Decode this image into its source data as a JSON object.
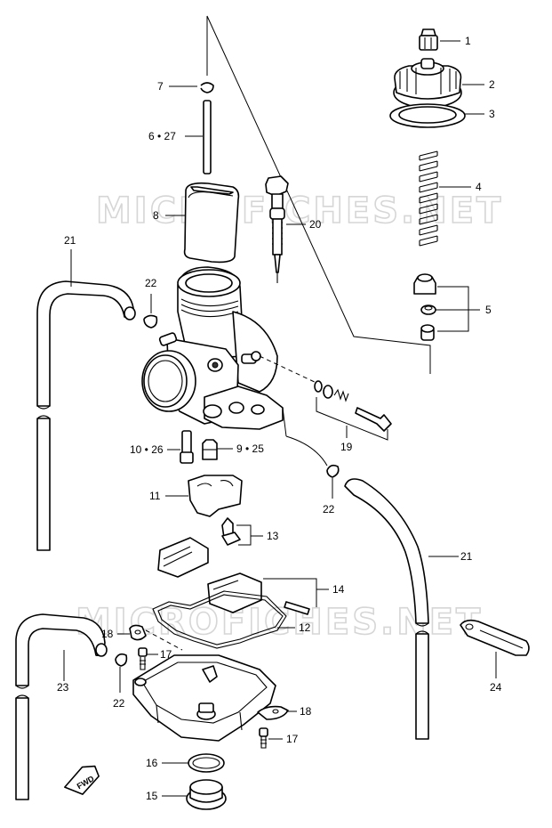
{
  "watermark": {
    "text": "MICROFICHES.NET"
  },
  "fwd_arrow": {
    "text": "FWD"
  },
  "callouts": [
    {
      "id": "c1",
      "text": "1"
    },
    {
      "id": "c2",
      "text": "2"
    },
    {
      "id": "c3",
      "text": "3"
    },
    {
      "id": "c4",
      "text": "4"
    },
    {
      "id": "c5",
      "text": "5"
    },
    {
      "id": "c627",
      "text": "6 • 27"
    },
    {
      "id": "c7",
      "text": "7"
    },
    {
      "id": "c8",
      "text": "8"
    },
    {
      "id": "c925",
      "text": "9 • 25"
    },
    {
      "id": "c1026",
      "text": "10 • 26"
    },
    {
      "id": "c11",
      "text": "11"
    },
    {
      "id": "c12",
      "text": "12"
    },
    {
      "id": "c13",
      "text": "13"
    },
    {
      "id": "c14",
      "text": "14"
    },
    {
      "id": "c15",
      "text": "15"
    },
    {
      "id": "c16",
      "text": "16"
    },
    {
      "id": "c17a",
      "text": "17"
    },
    {
      "id": "c17b",
      "text": "17"
    },
    {
      "id": "c18a",
      "text": "18"
    },
    {
      "id": "c18b",
      "text": "18"
    },
    {
      "id": "c19",
      "text": "19"
    },
    {
      "id": "c20",
      "text": "20"
    },
    {
      "id": "c21a",
      "text": "21"
    },
    {
      "id": "c21b",
      "text": "21"
    },
    {
      "id": "c22a",
      "text": "22"
    },
    {
      "id": "c22b",
      "text": "22"
    },
    {
      "id": "c22c",
      "text": "22"
    },
    {
      "id": "c23",
      "text": "23"
    },
    {
      "id": "c24",
      "text": "24"
    }
  ]
}
